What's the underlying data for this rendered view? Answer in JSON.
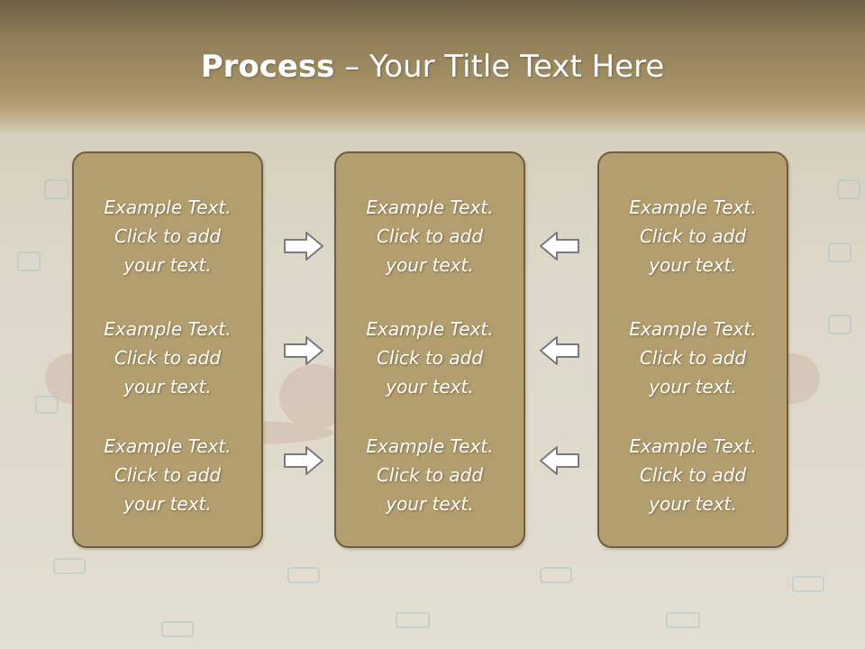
{
  "slide": {
    "title_bold": "Process",
    "title_rest": " – Your Title Text Here"
  },
  "columns": [
    {
      "entries": [
        {
          "line1": "Example Text.",
          "line2": "Click  to add",
          "line3": "your text."
        },
        {
          "line1": "Example Text.",
          "line2": "Click  to add",
          "line3": "your text."
        },
        {
          "line1": "Example Text.",
          "line2": "Click  to add",
          "line3": "your text."
        }
      ]
    },
    {
      "entries": [
        {
          "line1": "Example Text.",
          "line2": "Click  to add",
          "line3": "your text."
        },
        {
          "line1": "Example Text.",
          "line2": "Click  to add",
          "line3": "your text."
        },
        {
          "line1": "Example Text.",
          "line2": "Click  to add",
          "line3": "your text."
        }
      ]
    },
    {
      "entries": [
        {
          "line1": "Example Text.",
          "line2": "Click  to add",
          "line3": "your text."
        },
        {
          "line1": "Example Text.",
          "line2": "Click  to add",
          "line3": "your text."
        },
        {
          "line1": "Example Text.",
          "line2": "Click  to add",
          "line3": "your text."
        }
      ]
    }
  ],
  "arrows": {
    "left_group_icon": "arrow-right-icon",
    "right_group_icon": "arrow-left-icon"
  },
  "colors": {
    "header": "#a79366",
    "box_fill": "#b29e6e",
    "box_border": "#6f5f3e",
    "text": "#ffffff",
    "background": "#ddd8c9"
  }
}
